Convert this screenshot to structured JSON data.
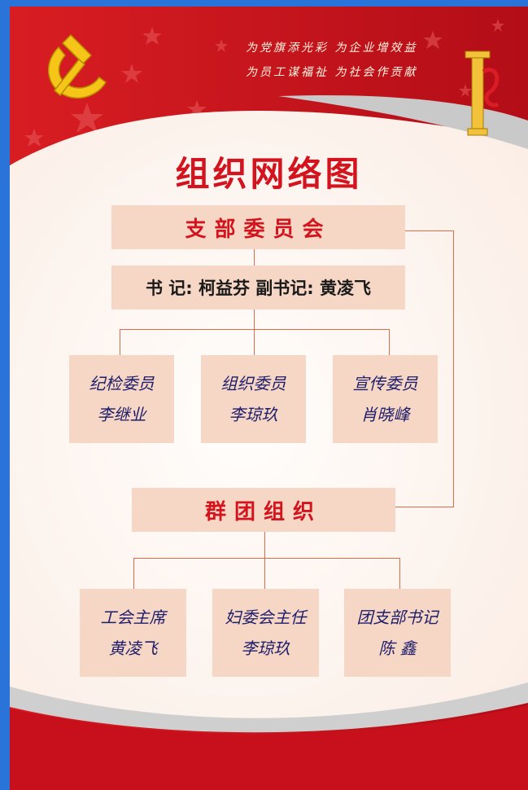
{
  "slogans": [
    "为党旗添光彩 为企业增效益",
    "为员工谋福祉 为社会作贡献"
  ],
  "title": "组织网络图",
  "branch_committee": "支部委员会",
  "secretaries": "书 记: 柯益芬  副书记: 黄凌飞",
  "committee_members": [
    {
      "role": "纪检委员",
      "name": "李继业"
    },
    {
      "role": "组织委员",
      "name": "李琼玖"
    },
    {
      "role": "宣传委员",
      "name": "肖晓峰"
    }
  ],
  "mass_organizations": "群团组织",
  "mass_members": [
    {
      "role": "工会主席",
      "name": "黄凌飞"
    },
    {
      "role": "妇委会主任",
      "name": "李琼玖"
    },
    {
      "role": "团支部书记",
      "name": "陈 鑫"
    }
  ],
  "colors": {
    "brand_red": "#c40f1c",
    "title_red": "#d3141e",
    "box_bg": "#f6d6c4",
    "line": "#e06a4a",
    "member_text": "#1d1d6b"
  }
}
